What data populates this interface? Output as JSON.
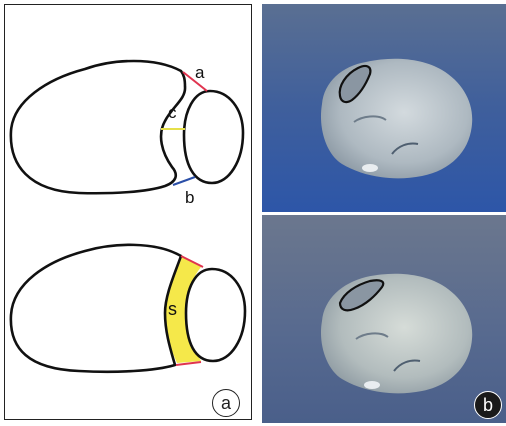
{
  "panel_a": {
    "badge": "a",
    "top_diagram": {
      "label_a": "a",
      "label_b": "b",
      "label_c": "c",
      "colors": {
        "a": "#e0344f",
        "b": "#2b4fa8",
        "c": "#e6e04a"
      }
    },
    "bottom_diagram": {
      "label_s": "s",
      "colors": {
        "fill": "#f5e84a",
        "edges": "#e0344f"
      }
    }
  },
  "panel_b": {
    "badge": "b",
    "colors": {
      "background_top": "#3f5f9c",
      "background_bottom": "#5b6f93",
      "specimen": "#b9c2c9",
      "outline": "#111111"
    }
  }
}
